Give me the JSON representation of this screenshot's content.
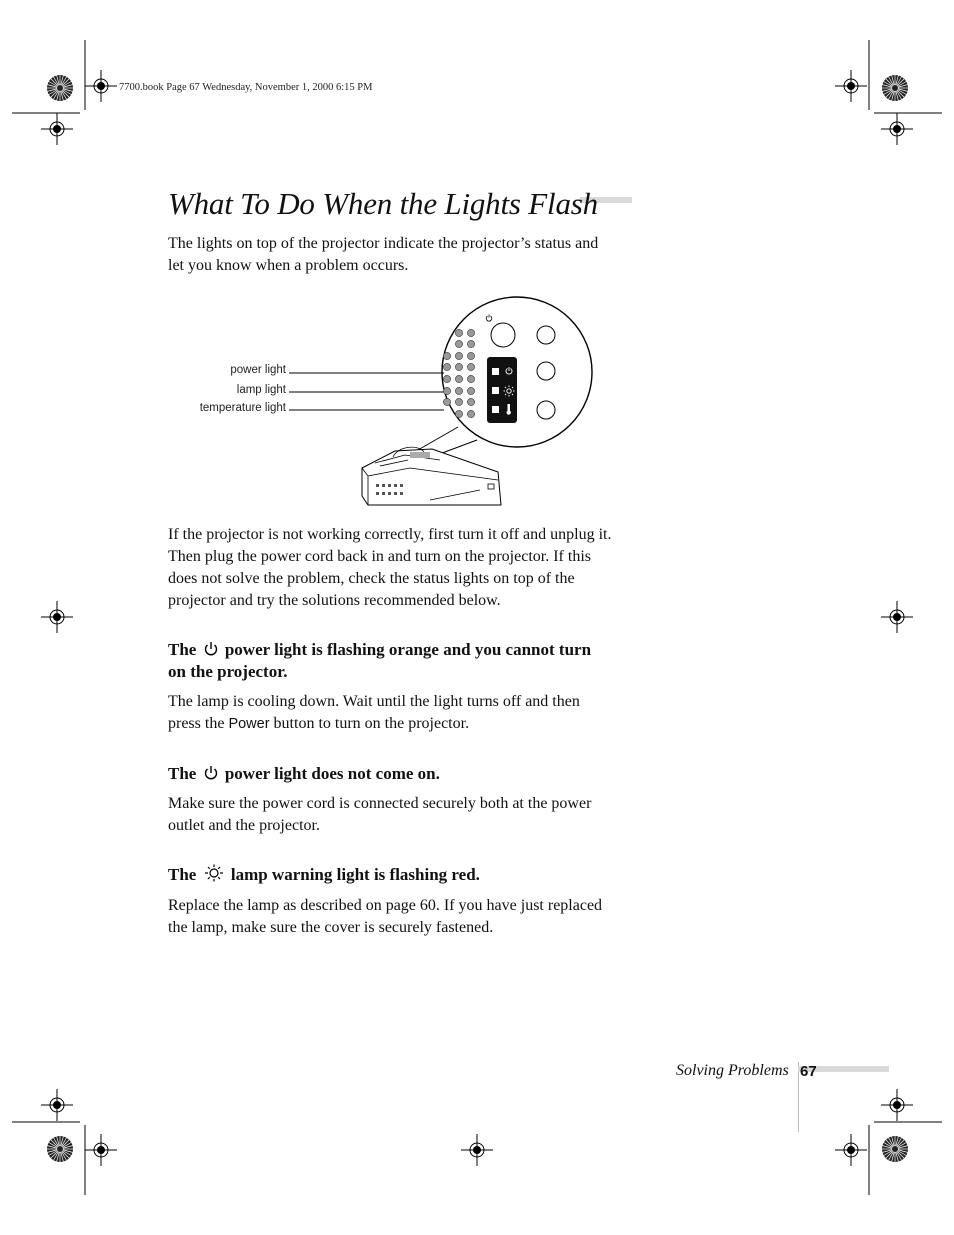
{
  "slug_line": "7700.book  Page 67  Wednesday, November 1, 2000  6:15 PM",
  "title": "What To Do When the Lights Flash",
  "intro": {
    "lines": [
      "The lights on top of the projector indicate the projector’s status and",
      "let you know when a problem occurs."
    ]
  },
  "figure": {
    "callouts": [
      "power light",
      "lamp light",
      "temperature light"
    ]
  },
  "troubleshoot": {
    "lines": [
      "If the projector is not working correctly, first turn it off and unplug it.",
      "Then plug the power cord back in and turn on the projector. If this",
      "does not solve the problem, check the status lights on top of the",
      "projector and try the solutions recommended below."
    ]
  },
  "sections": [
    {
      "heading_prefix": "The",
      "icon": "power-icon",
      "heading_line1": "power light is flashing orange and you cannot turn",
      "heading_line2": "on the projector.",
      "body_line1": "The lamp is cooling down. Wait until the light turns off and then",
      "body_line2_pre": "press the ",
      "body_line2_key": "Power",
      "body_line2_post": " button to turn on the projector."
    },
    {
      "heading_prefix": "The",
      "icon": "power-icon",
      "heading_line1": "power light does not come on.",
      "body_line1": "Make sure the power cord is connected securely both at the power",
      "body_line2": "outlet and the projector."
    },
    {
      "heading_prefix": "The",
      "icon": "lamp-icon",
      "heading_line1": "lamp warning light is flashing red.",
      "body_line1": "Replace the lamp as described on page 60. If you have just replaced",
      "body_line2": "the lamp, make sure the cover is securely fastened."
    }
  ],
  "footer": {
    "chapter": "Solving Problems",
    "page_number": "67"
  }
}
